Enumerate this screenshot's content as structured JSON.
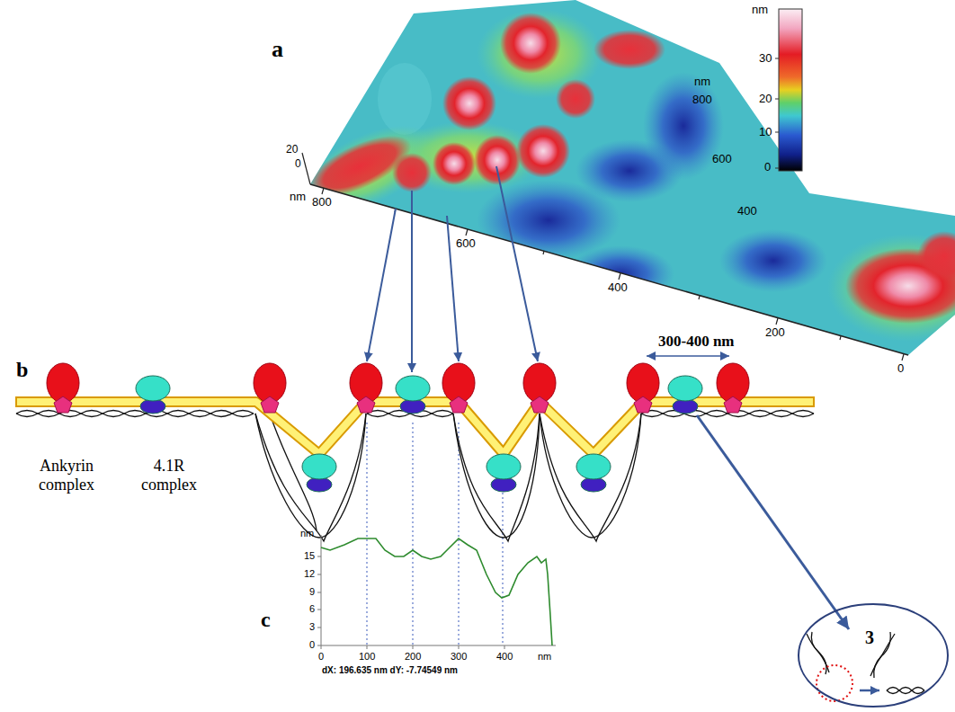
{
  "diagram": {
    "nodes": [
      {
        "text": [
          "3"
        ]
      }
    ],
    "labels": [
      "a",
      "nm",
      "30",
      "20",
      "10",
      "0",
      "20",
      "0",
      "nm",
      "800",
      "600",
      "400",
      "200",
      "0",
      "nm",
      "800",
      "600",
      "400",
      "b",
      "300-400 nm",
      "Ankyrin complex",
      "4.1R complex",
      "c",
      "nm",
      "15",
      "12",
      "9",
      "6",
      "3",
      "0",
      "0",
      "100",
      "200",
      "300",
      "400",
      "nm",
      "dX: 196.635 nm dY: -7.74549 nm"
    ]
  }
}
